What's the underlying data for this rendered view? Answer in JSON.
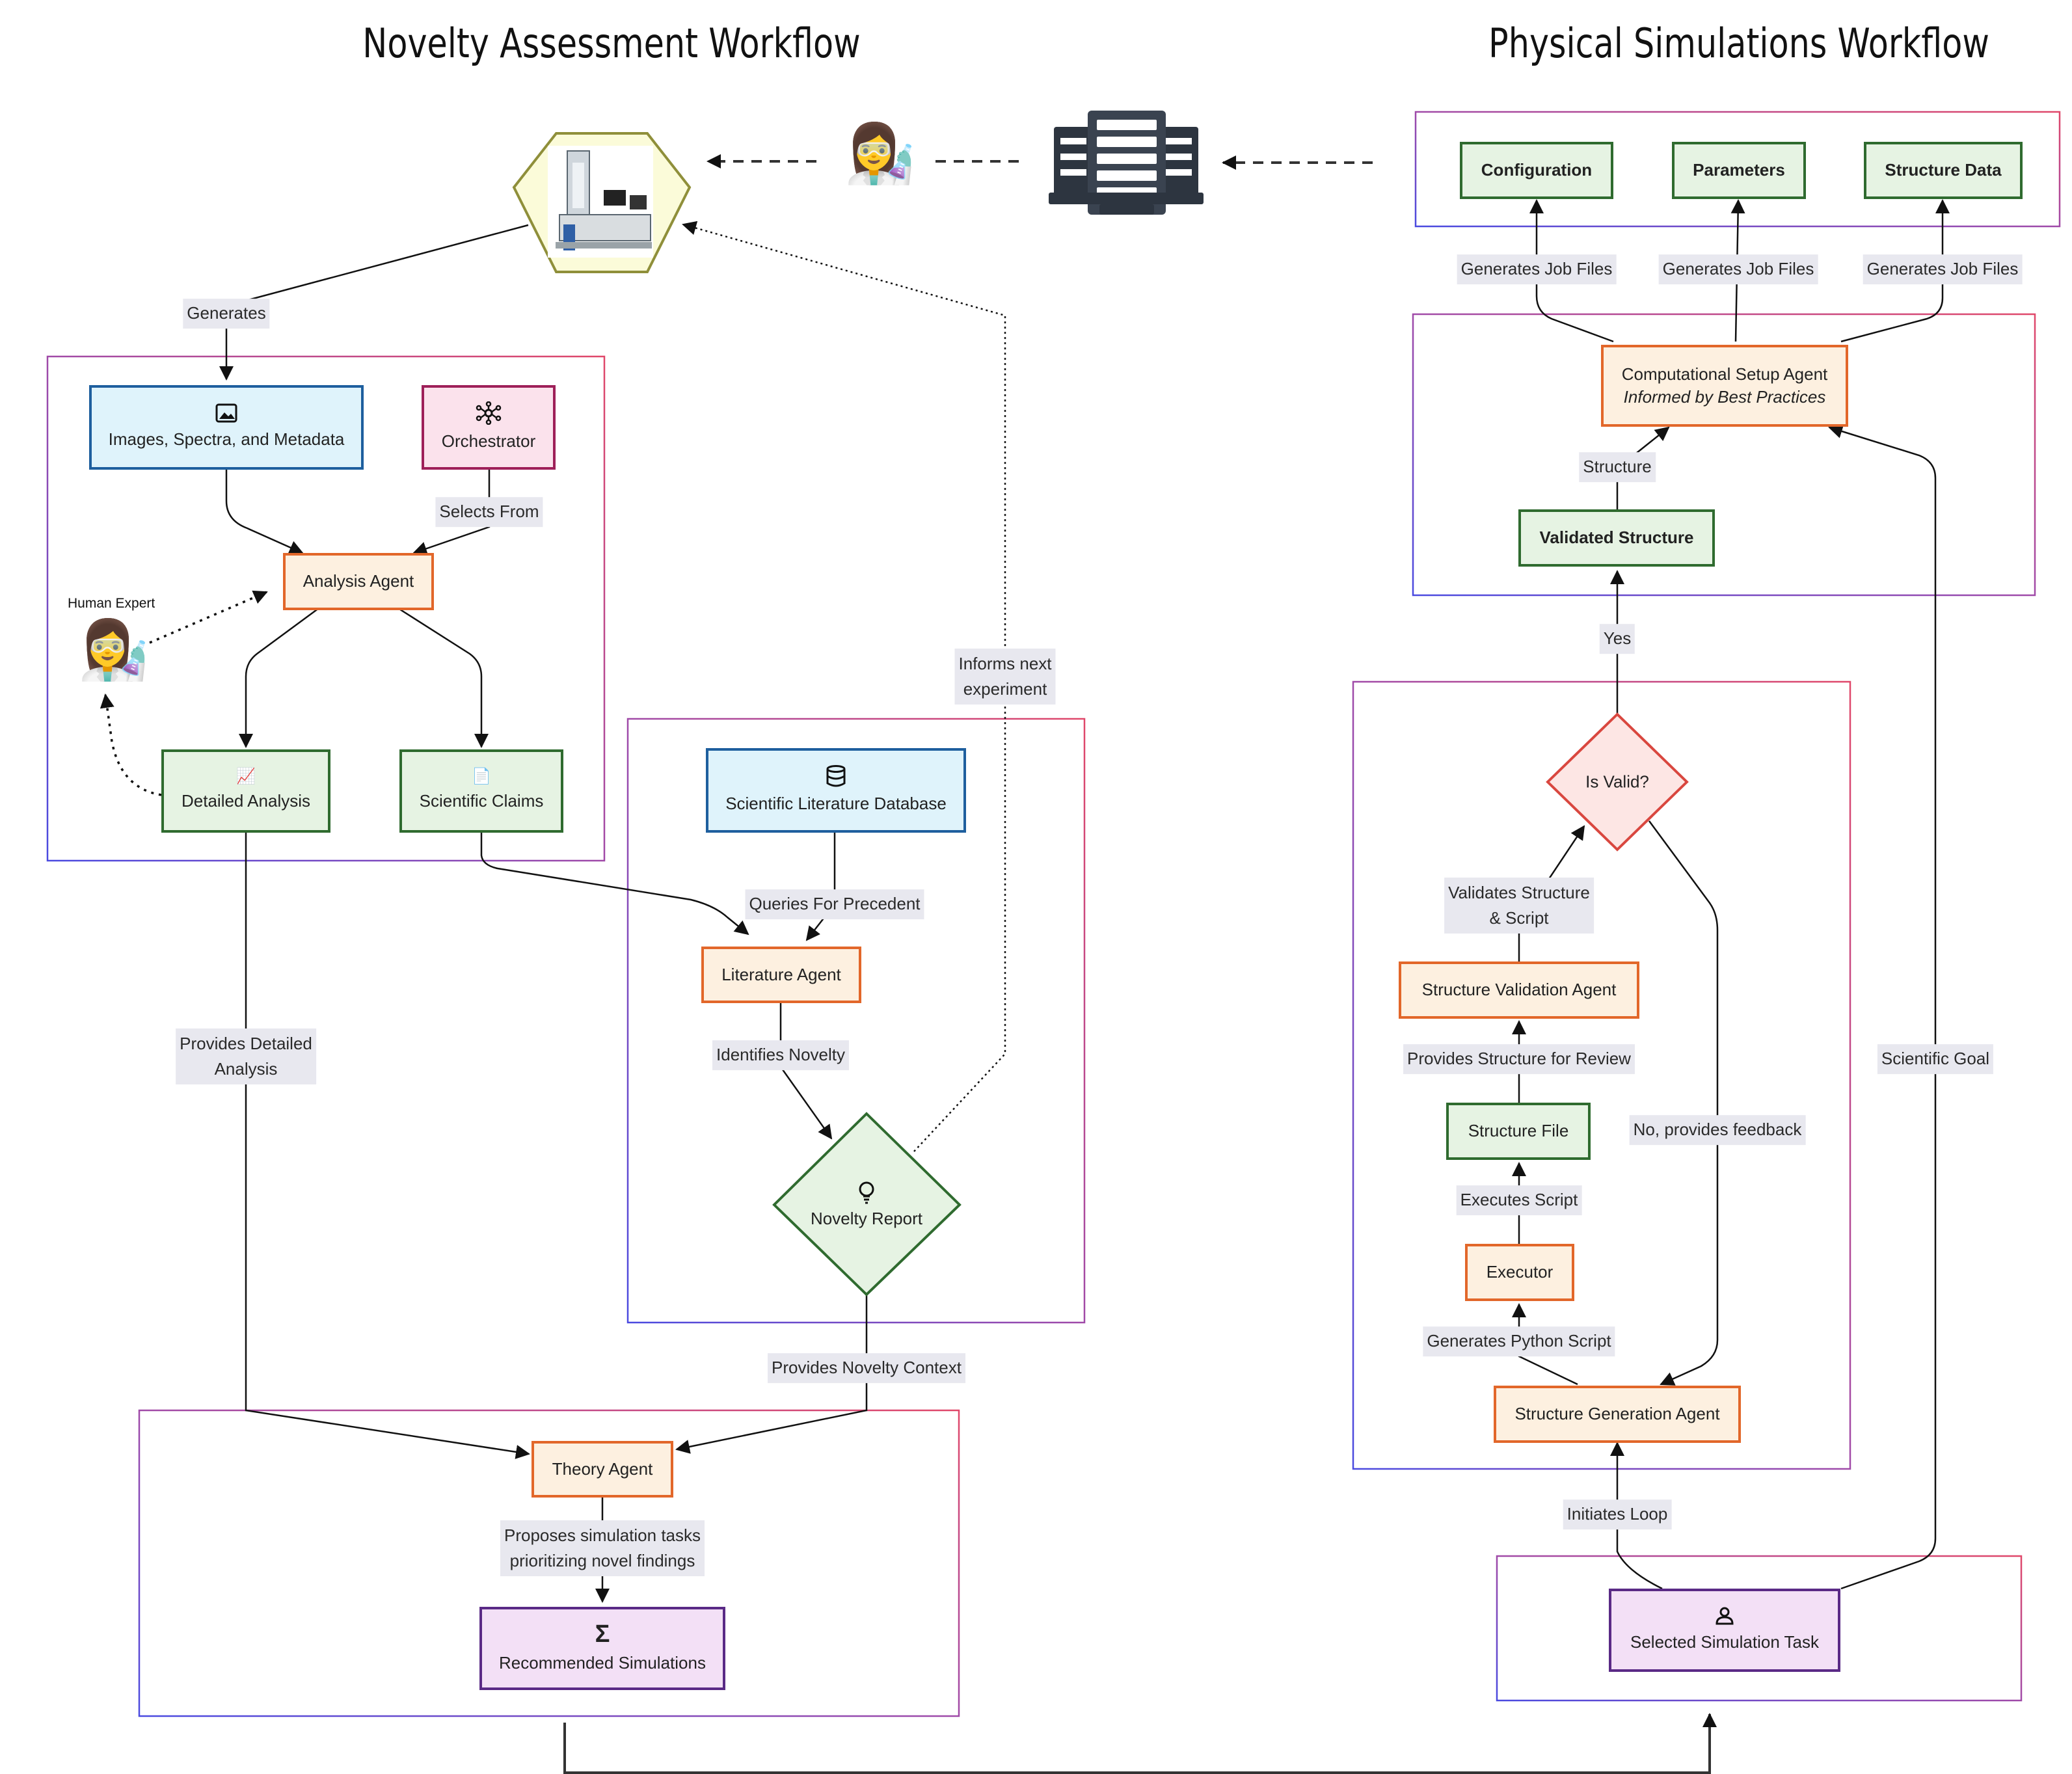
{
  "titles": {
    "left": "Novelty Assessment Workflow",
    "right": "Physical Simulations Workflow"
  },
  "icons": {
    "microscope": "microscope-icon",
    "scientist": "scientist-emoji",
    "server": "server-rack-icon",
    "image": "image-icon",
    "network": "network-hub-icon",
    "chart": "line-chart-icon",
    "document": "document-icon",
    "database": "database-icon",
    "bulb": "lightbulb-icon",
    "sigma": "sigma-icon",
    "user": "user-icon"
  },
  "colors": {
    "green_fill": "#e6f3e3",
    "green_border": "#2f6b2f",
    "orange_fill": "#fdf0e0",
    "orange_border": "#e2672a",
    "blue_fill": "#dff3fb",
    "blue_border": "#1e5f9e",
    "pink_fill": "#fbe2ec",
    "pink_border": "#9e2059",
    "purple_fill": "#f3e0f6",
    "purple_border": "#5a2a86",
    "invalid_fill": "#fde6e4",
    "invalid_border": "#d9473f",
    "hex_fill": "#fbfbd9",
    "hex_border": "#8f8f3a"
  },
  "nodes": {
    "images": "Images, Spectra, and Metadata",
    "orchestrator": "Orchestrator",
    "analysis_agent": "Analysis Agent",
    "human_expert": "Human Expert",
    "detailed_analysis": "Detailed Analysis",
    "scientific_claims": "Scientific Claims",
    "lit_db": "Scientific Literature Database",
    "lit_agent": "Literature Agent",
    "novelty_report": "Novelty Report",
    "theory_agent": "Theory Agent",
    "recommended": "Recommended Simulations",
    "configuration": "Configuration",
    "parameters": "Parameters",
    "structure_data": "Structure Data",
    "comp_setup": "Computational Setup Agent",
    "comp_setup_sub": "Informed by Best Practices",
    "validated_structure": "Validated Structure",
    "is_valid": "Is Valid?",
    "struct_validation": "Structure Validation Agent",
    "structure_file": "Structure File",
    "executor": "Executor",
    "struct_generation": "Structure Generation Agent",
    "selected_task": "Selected Simulation Task"
  },
  "edges": {
    "generates": "Generates",
    "selects_from": "Selects From",
    "informs_1": "Informs next",
    "informs_2": "experiment",
    "queries": "Queries For Precedent",
    "identifies": "Identifies Novelty",
    "provides_detailed_1": "Provides Detailed",
    "provides_detailed_2": "Analysis",
    "provides_novelty": "Provides Novelty Context",
    "proposes_1": "Proposes simulation tasks",
    "proposes_2": "prioritizing novel findings",
    "job_files_1": "Generates Job Files",
    "job_files_2": "Generates Job Files",
    "job_files_3": "Generates Job Files",
    "structure": "Structure",
    "yes": "Yes",
    "validates_1": "Validates Structure",
    "validates_2": "& Script",
    "provides_review": "Provides Structure for Review",
    "executes_script": "Executes Script",
    "generates_python": "Generates Python Script",
    "no_feedback": "No, provides feedback",
    "scientific_goal": "Scientific Goal",
    "initiates_loop": "Initiates Loop"
  }
}
